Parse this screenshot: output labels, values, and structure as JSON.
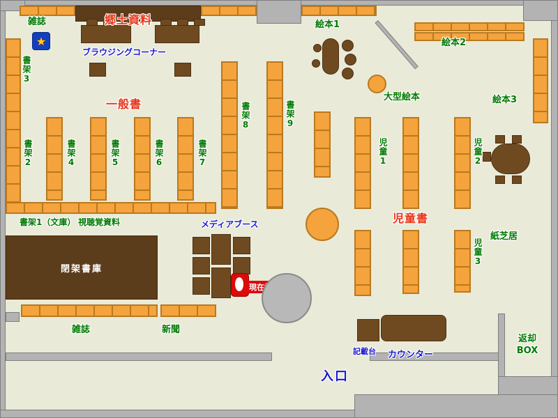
{
  "colors": {
    "background": "#EAEAD9",
    "shelf_orange": "#F5A33C",
    "shelf_border": "#B9791E",
    "wood_brown": "#6F4A20",
    "stacks_brown": "#5C3D1B",
    "wall_gray": "#B3B3B3",
    "label_green": "#007A00",
    "label_blue": "#1717CC",
    "label_red": "#E83518",
    "marker_red": "#DD0A0A"
  },
  "map": {
    "sections": {
      "local_materials": "郷土資料",
      "general_books": "一般書",
      "children_books": "児童書"
    },
    "shelves": {
      "magazines_top": "雑誌",
      "shelf1_bunko": "書架1（文庫）",
      "shelf2": "書架2",
      "shelf3": "書架3",
      "shelf4": "書架4",
      "shelf5": "書架5",
      "shelf6": "書架6",
      "shelf7": "書架7",
      "shelf8": "書架8",
      "shelf9": "書架9",
      "audiovisual": "視聴覚資料",
      "magazines_bottom": "雑誌",
      "newspapers": "新聞",
      "picture_books1": "絵本1",
      "picture_books2": "絵本2",
      "picture_books3": "絵本3",
      "large_picture_books": "大型絵本",
      "children1": "児童1",
      "children2": "児童2",
      "children3": "児童3",
      "kamishibai": "紙芝居"
    },
    "facilities": {
      "browsing_corner": "ブラウジングコーナー",
      "media_booth": "メディアブース",
      "closed_stacks": "閉架書庫",
      "counter": "カウンター",
      "writing_stand": "記載台",
      "entrance": "入口",
      "return_box_line1": "返却",
      "return_box_line2": "BOX",
      "current_location": "現在地"
    },
    "icons": {
      "magazine_star": "★"
    }
  }
}
